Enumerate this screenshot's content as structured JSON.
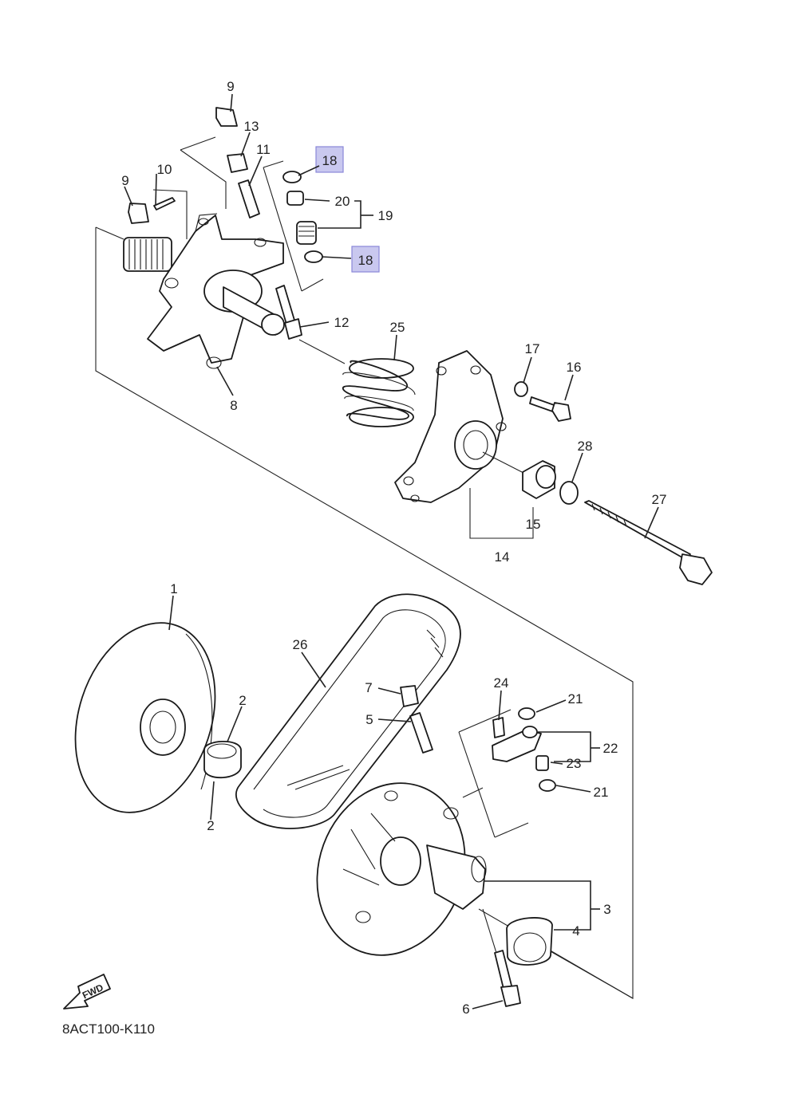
{
  "diagram_code": "8ACT100-K110",
  "fwd_label": "FWD",
  "callouts": {
    "c1": "1",
    "c2a": "2",
    "c2b": "2",
    "c3": "3",
    "c4": "4",
    "c5": "5",
    "c6": "6",
    "c7": "7",
    "c8": "8",
    "c9a": "9",
    "c9b": "9",
    "c10": "10",
    "c11": "11",
    "c12": "12",
    "c13": "13",
    "c14": "14",
    "c15": "15",
    "c16": "16",
    "c17": "17",
    "c18a": "18",
    "c18b": "18",
    "c19": "19",
    "c20": "20",
    "c21a": "21",
    "c21b": "21",
    "c22": "22",
    "c23": "23",
    "c24": "24",
    "c25": "25",
    "c26": "26",
    "c27": "27",
    "c28": "28"
  },
  "highlighted_callouts": [
    "18",
    "18"
  ],
  "colors": {
    "highlight_fill": "#c9c8ef",
    "line": "#222222",
    "background": "#ffffff"
  }
}
